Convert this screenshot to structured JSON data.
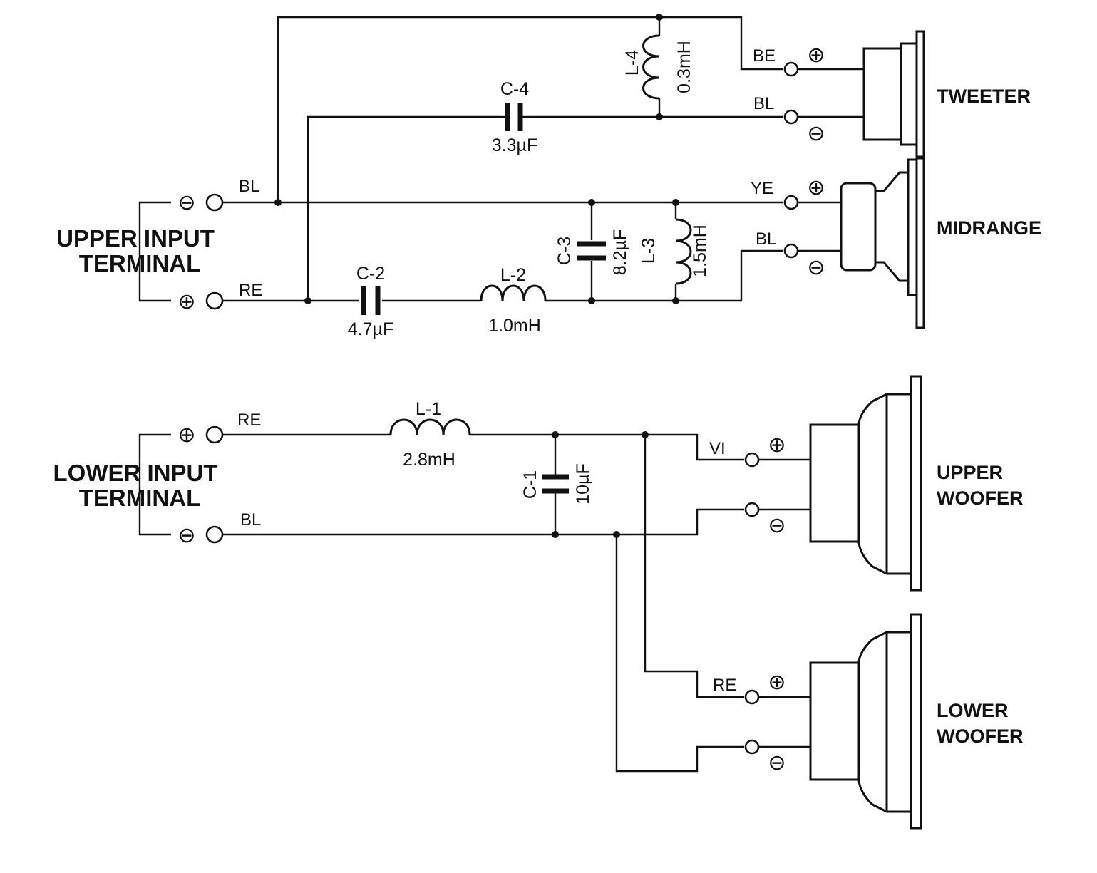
{
  "upper_input": {
    "title": [
      "UPPER INPUT",
      "TERMINAL"
    ],
    "minus": "⊖",
    "plus": "⊕",
    "wire_top": "BL",
    "wire_bottom": "RE"
  },
  "lower_input": {
    "title": [
      "LOWER INPUT",
      "TERMINAL"
    ],
    "plus": "⊕",
    "minus": "⊖",
    "wire_top": "RE",
    "wire_bottom": "BL"
  },
  "components": {
    "c4": {
      "name": "C-4",
      "value": "3.3µF"
    },
    "l4": {
      "name": "L-4",
      "value": "0.3mH"
    },
    "c2": {
      "name": "C-2",
      "value": "4.7µF"
    },
    "l2": {
      "name": "L-2",
      "value": "1.0mH"
    },
    "c3": {
      "name": "C-3",
      "value": "8.2µF"
    },
    "l3": {
      "name": "L-3",
      "value": "1.5mH"
    },
    "l1": {
      "name": "L-1",
      "value": "2.8mH"
    },
    "c1": {
      "name": "C-1",
      "value": "10µF"
    }
  },
  "speakers": {
    "tweeter": {
      "label": [
        "TWEETER"
      ],
      "wire_plus": "BE",
      "wire_minus": "BL",
      "plus": "⊕",
      "minus": "⊖"
    },
    "midrange": {
      "label": [
        "MIDRANGE"
      ],
      "wire_plus": "YE",
      "wire_minus": "BL",
      "plus": "⊕",
      "minus": "⊖"
    },
    "upper_woofer": {
      "label": [
        "UPPER",
        "WOOFER"
      ],
      "wire_plus": "VI",
      "plus": "⊕",
      "minus": "⊖"
    },
    "lower_woofer": {
      "label": [
        "LOWER",
        "WOOFER"
      ],
      "wire_plus": "RE",
      "plus": "⊕",
      "minus": "⊖"
    }
  }
}
